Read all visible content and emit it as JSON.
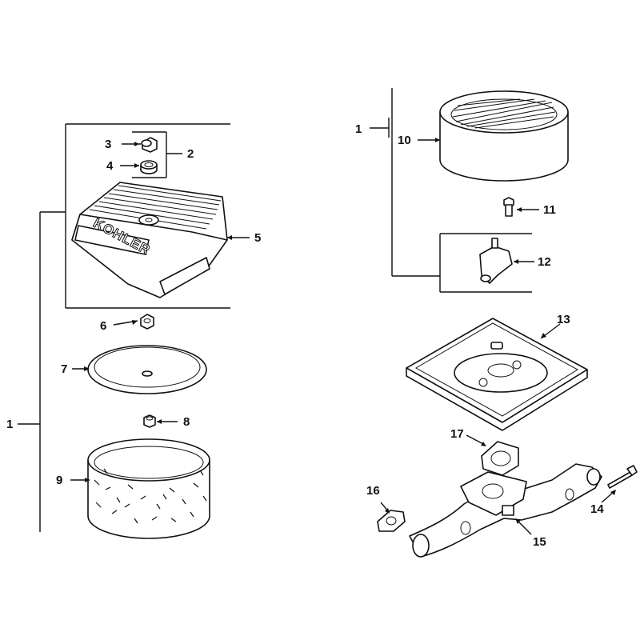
{
  "diagram": {
    "brand_text": "KOHLER",
    "callouts": {
      "c1_left": "1",
      "c1_right": "1",
      "c2": "2",
      "c3": "3",
      "c4": "4",
      "c5": "5",
      "c6": "6",
      "c7": "7",
      "c8": "8",
      "c9": "9",
      "c10": "10",
      "c11": "11",
      "c12": "12",
      "c13": "13",
      "c14": "14",
      "c15": "15",
      "c16": "16",
      "c17": "17"
    }
  }
}
